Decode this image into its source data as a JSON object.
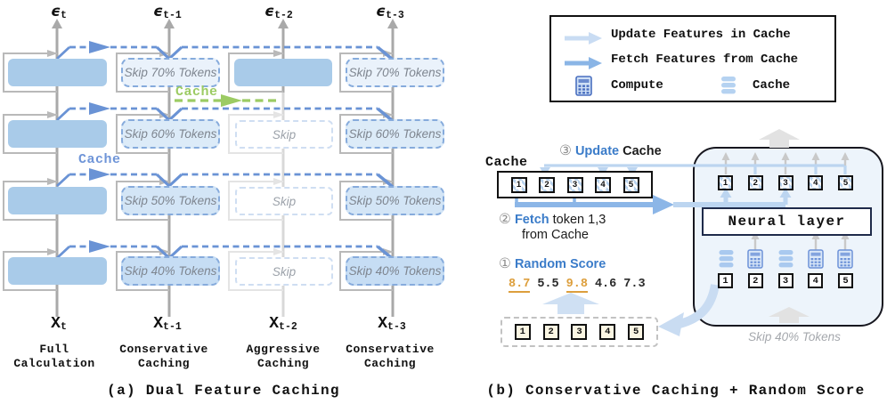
{
  "colors": {
    "accent_blue": "#3b7cc9",
    "update_light_blue": "#bcd5f0",
    "fetch_blue": "#8cb6e7",
    "solid_box_blue": "#a9cbe9",
    "dashed_arrow_blue": "#6a93d5",
    "cache_green": "#9ccb63",
    "score_orange": "#dd9f3d",
    "line_gray": "#a9a9a9"
  },
  "panel_a": {
    "title": "(a) Dual Feature Caching",
    "eps": [
      {
        "base": "ϵ",
        "sub": "t"
      },
      {
        "base": "ϵ",
        "sub": "t-1"
      },
      {
        "base": "ϵ",
        "sub": "t-2"
      },
      {
        "base": "ϵ",
        "sub": "t-3"
      }
    ],
    "x_labels": [
      {
        "base": "X",
        "sub": "t"
      },
      {
        "base": "X",
        "sub": "t-1"
      },
      {
        "base": "X",
        "sub": "t-2"
      },
      {
        "base": "X",
        "sub": "t-3"
      }
    ],
    "captions": [
      "Full\nCalculation",
      "Conservative\nCaching",
      "Aggressive\nCaching",
      "Conservative\nCaching"
    ],
    "col2_rows": [
      "Skip 70% Tokens",
      "Skip 60% Tokens",
      "Skip 50% Tokens",
      "Skip 40% Tokens"
    ],
    "col3_rows": [
      "Skip",
      "Skip",
      "Skip"
    ],
    "col4_rows": [
      "Skip 70% Tokens",
      "Skip 60% Tokens",
      "Skip 50% Tokens",
      "Skip 40% Tokens"
    ],
    "cache_label_green": "Cache",
    "cache_label_blue": "Cache"
  },
  "legend": {
    "items": [
      {
        "label": "Update Features in Cache"
      },
      {
        "label": "Fetch Features from Cache"
      },
      {
        "label": "Compute"
      },
      {
        "label": "Cache"
      }
    ]
  },
  "panel_b": {
    "title": "(b) Conservative Caching + Random Score",
    "cache_label": "Cache",
    "steps": {
      "s3": {
        "circle": "③",
        "action": "Update",
        "rest": "Cache"
      },
      "s2": {
        "circle": "②",
        "action": "Fetch",
        "rest": "token 1,3",
        "line2": "from Cache"
      },
      "s1": {
        "circle": "①",
        "action": "Random Score"
      }
    },
    "scores": [
      {
        "v": "8.7"
      },
      {
        "v": "5.5"
      },
      {
        "v": "9.8"
      },
      {
        "v": "4.6"
      },
      {
        "v": "7.3"
      }
    ],
    "tokens": [
      "1",
      "2",
      "3",
      "4",
      "5"
    ],
    "neural_label": "Neural layer",
    "skip_note": "Skip 40% Tokens"
  }
}
